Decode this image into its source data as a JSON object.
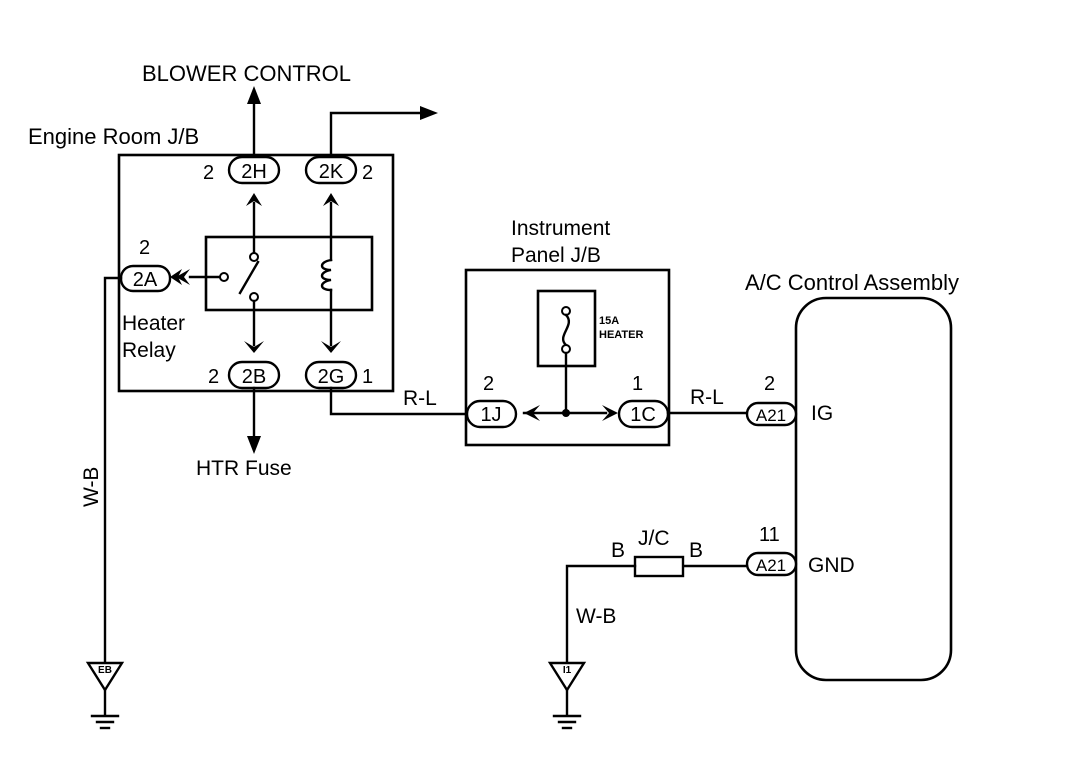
{
  "labels": {
    "blower_control": "BLOWER CONTROL",
    "engine_room_jb": "Engine Room J/B",
    "heater_relay_1": "Heater",
    "heater_relay_2": "Relay",
    "htr_fuse": "HTR Fuse",
    "instrument_panel_1": "Instrument",
    "instrument_panel_2": "Panel J/B",
    "ac_control": "A/C Control Assembly",
    "fuse_amp": "15A",
    "fuse_name": "HEATER",
    "ig": "IG",
    "gnd": "GND",
    "jc": "J/C"
  },
  "connectors": {
    "c2H": "2H",
    "c2K": "2K",
    "c2A": "2A",
    "c2B": "2B",
    "c2G": "2G",
    "c1J": "1J",
    "c1C": "1C",
    "a21_ig": "A21",
    "a21_gnd": "A21"
  },
  "pins": {
    "p2H": "2",
    "p2K": "2",
    "p2A": "2",
    "p2B": "2",
    "p2G": "1",
    "p1J": "2",
    "p1C": "1",
    "pIG": "2",
    "pGND": "11"
  },
  "wires": {
    "wb_left": "W-B",
    "rl_1": "R-L",
    "rl_2": "R-L",
    "b_left": "B",
    "b_right": "B",
    "wb_right": "W-B"
  },
  "grounds": {
    "eb": "EB",
    "i1": "I1"
  }
}
